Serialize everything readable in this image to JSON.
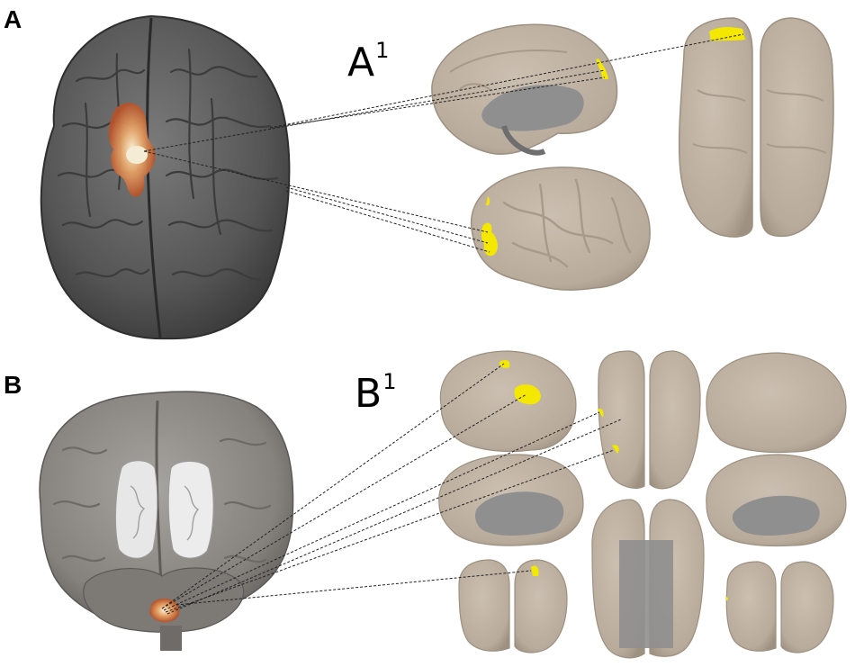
{
  "panels": {
    "a": {
      "letter": "A",
      "sub_label": "A",
      "sub_superscript": "1"
    },
    "b": {
      "letter": "B",
      "sub_label": "B",
      "sub_superscript": "1"
    }
  },
  "colors": {
    "dark_brain": "#5b5b5b",
    "gray_brain": "#8d8a86",
    "inflated_surface": "#bfb3a4",
    "sulcal_shading": "#a79a8a",
    "medial_wall": "#8f8f8f",
    "activation_yellow": "#f4e800",
    "activation_orange": "#d8743a",
    "connector_line": "#222222"
  },
  "icons": {
    "brain_a": "axial-brain-render",
    "brain_b": "posterior-brain-render",
    "surfaces": "inflated-cortex-views"
  }
}
